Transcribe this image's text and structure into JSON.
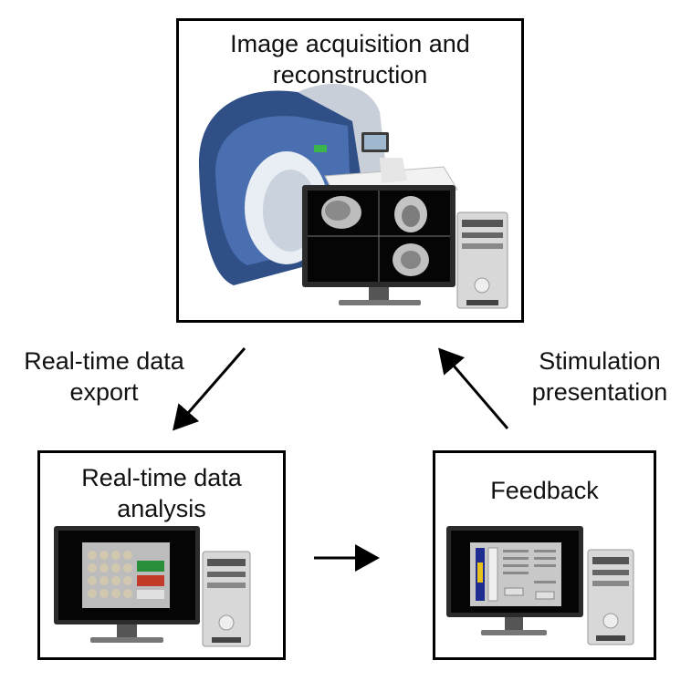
{
  "nodes": {
    "acquisition": {
      "title": "Image acquisition and\nreconstruction"
    },
    "analysis": {
      "title": "Real-time data\nanalysis"
    },
    "feedback": {
      "title": "Feedback"
    }
  },
  "edges": {
    "export": {
      "label": "Real-time data\nexport"
    },
    "stimulation": {
      "label": "Stimulation\npresentation"
    }
  },
  "colors": {
    "border": "#000000",
    "screen": "#050505",
    "monitor_frame": "#2b2b2b",
    "tower": "#d8d8d8"
  }
}
